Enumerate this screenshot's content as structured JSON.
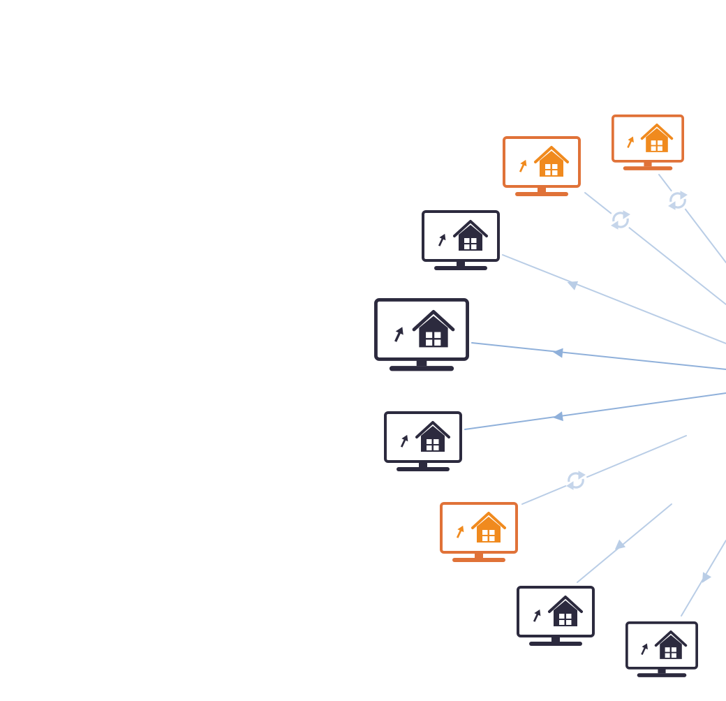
{
  "diagram": {
    "kind": "network-fan-out",
    "colors": {
      "background": "#ffffff",
      "monitor_dark": "#2c2a3e",
      "monitor_frame_orange": "#e07238",
      "house_orange": "#f08a1e",
      "link_line": "#b9cde6",
      "link_line_strong": "#8fb0da",
      "sync_icon": "#c5d5ea"
    },
    "nodes": [
      {
        "id": "node-1",
        "variant": "orange",
        "link": "sync"
      },
      {
        "id": "node-2",
        "variant": "orange",
        "link": "sync"
      },
      {
        "id": "node-3",
        "variant": "dark",
        "link": "arrow"
      },
      {
        "id": "node-4",
        "variant": "dark",
        "link": "arrow"
      },
      {
        "id": "node-5",
        "variant": "dark",
        "link": "arrow"
      },
      {
        "id": "node-6",
        "variant": "orange",
        "link": "sync"
      },
      {
        "id": "node-7",
        "variant": "dark",
        "link": "arrow"
      },
      {
        "id": "node-8",
        "variant": "dark",
        "link": "arrow"
      }
    ]
  }
}
